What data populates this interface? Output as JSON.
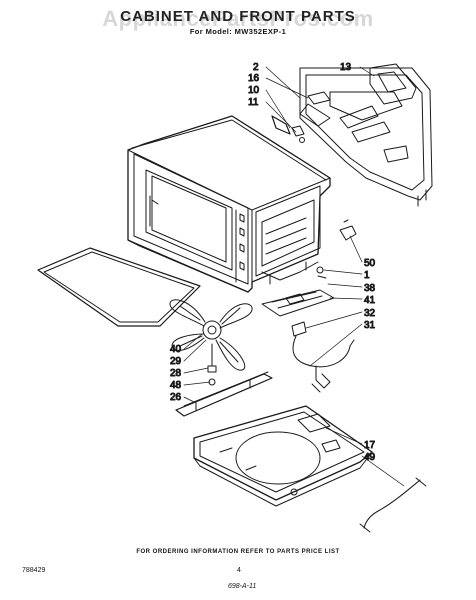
{
  "header": {
    "watermark": "AppliancePartsPros.com",
    "title": "CABINET AND FRONT PARTS",
    "model_line": "For Model: MW352EXP-1"
  },
  "callouts": {
    "c2": "2",
    "c16": "16",
    "c10": "10",
    "c11": "11",
    "c13": "13",
    "c50": "50",
    "c1": "1",
    "c38": "38",
    "c41": "41",
    "c32": "32",
    "c31": "31",
    "c40": "40",
    "c29": "29",
    "c28": "28",
    "c48": "48",
    "c26": "26",
    "c17": "17",
    "c49": "49"
  },
  "footer": {
    "ordering_note": "FOR ORDERING INFORMATION REFER TO PARTS PRICE LIST",
    "doc_number": "788429",
    "page_number": "4",
    "revision": "698-A-11"
  }
}
